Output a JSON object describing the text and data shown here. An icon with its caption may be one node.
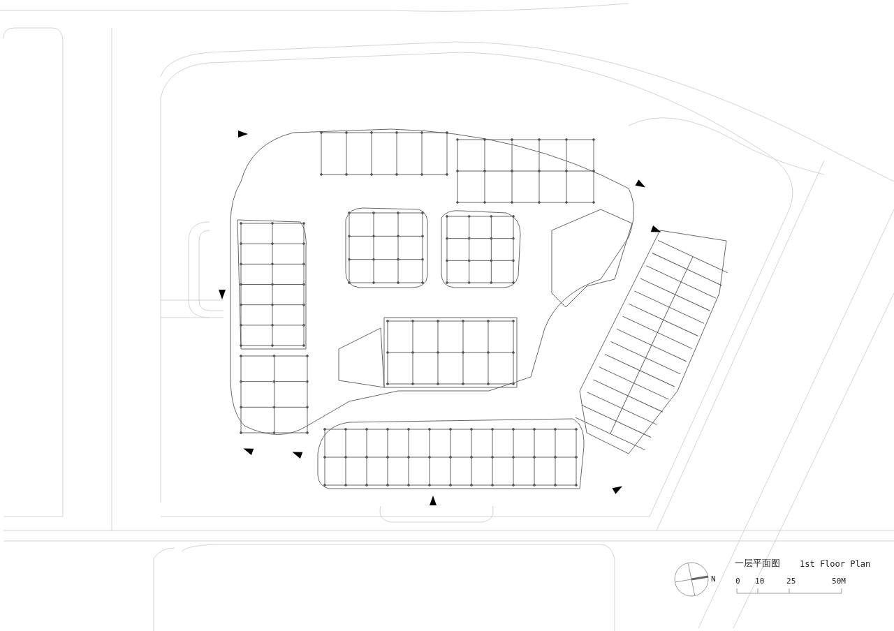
{
  "diagram": {
    "title": "一层平面图",
    "labels": [
      "1st Floor Plan",
      "N",
      "0",
      "10",
      "25",
      "50M"
    ]
  }
}
